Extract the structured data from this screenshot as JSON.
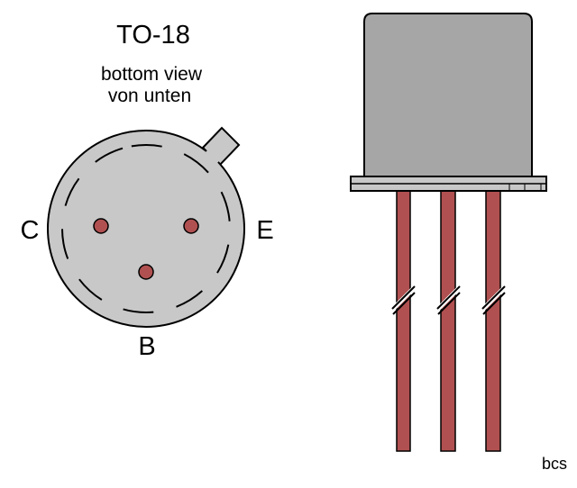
{
  "title": "TO-18",
  "subtitle_en": "bottom view",
  "subtitle_de": "von unten",
  "pins": {
    "collector": "C",
    "emitter": "E",
    "base": "B"
  },
  "credit": "bcs",
  "colors": {
    "body": "#c8c8c8",
    "can": "#a6a6a6",
    "flange": "#c8c8c8",
    "lead": "#b05050",
    "outline": "#000000"
  }
}
